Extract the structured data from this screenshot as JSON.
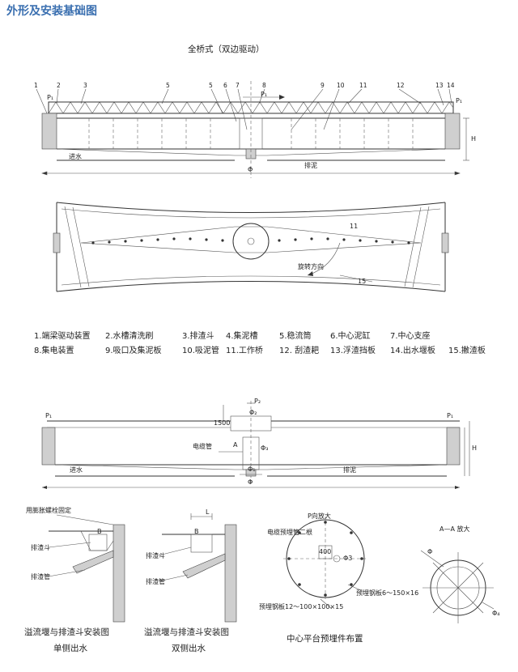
{
  "page_title": "外形及安装基础图",
  "drawing_title": "全桥式（双边驱动）",
  "part_numbers": [
    "1",
    "2",
    "3",
    "5",
    "5",
    "6",
    "7",
    "8",
    "9",
    "10",
    "11",
    "12",
    "13",
    "14"
  ],
  "top_view_labels": {
    "p1_left": "P₁",
    "p1_mid": "P₁",
    "p1_right": "P₁",
    "inlet": "进水",
    "sludge": "排泥",
    "phi": "Φ",
    "h": "H"
  },
  "plan_view_labels": {
    "num11": "11",
    "rotation": "旋转方向",
    "num15": "15"
  },
  "legend": [
    [
      "1.端梁驱动装置",
      "2.水槽清洗刷",
      "3.排渣斗",
      "4.集泥槽",
      "5.稳流筒",
      "6.中心泥缸",
      "7.中心支座"
    ],
    [
      "8.集电装置",
      "9.吸口及集泥板",
      "10.吸泥管",
      "11.工作桥",
      "12. 刮渣耙",
      "13.浮渣挡板",
      "14.出水堰板",
      "15.撇渣板"
    ]
  ],
  "section_labels": {
    "p1_left": "P₁",
    "p1_right": "P₁",
    "p2": "P₂",
    "dim1500": "1500",
    "phi2": "Φ₂",
    "a": "A",
    "cable": "电缆管",
    "phi3": "Φ₃",
    "phi1": "Φ₁",
    "h": "H",
    "inlet": "进水",
    "sludge": "排泥",
    "phi": "Φ"
  },
  "detail1": {
    "note": "用膨胀螺栓固定",
    "b": "B",
    "hopper": "排渣斗",
    "pipe": "排渣管",
    "caption1": "溢流堰与排渣斗安装图",
    "caption2": "单侧出水"
  },
  "detail2": {
    "l": "L",
    "b": "B",
    "hopper": "排渣斗",
    "pipe": "排渣管",
    "caption1": "溢流堰与排渣斗安装图",
    "caption2": "双侧出水"
  },
  "detail3": {
    "p_view": "P向放大",
    "cable_pipe": "电缆预埋管二根",
    "dim400": "400",
    "phi3": "Φ3",
    "plate_a": "预埋钢板6～150×16",
    "plate_b": "预埋钢板12～100×100×15",
    "caption": "中心平台预埋件布置"
  },
  "detail4": {
    "title": "A—A  放大",
    "phi": "Φ",
    "phi4": "Φ₄"
  }
}
